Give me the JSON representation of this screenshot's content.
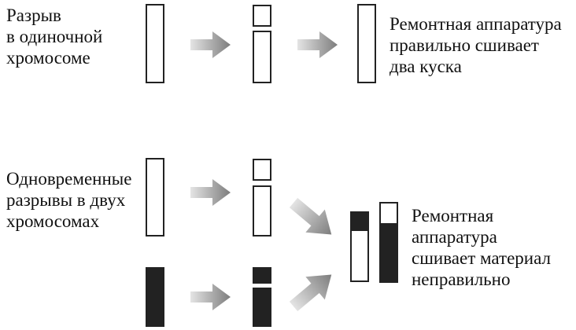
{
  "scenario_single": {
    "label": "Разрыв\nв одиночной\nхромосоме",
    "result": "Ремонтная аппаратура\nправильно сшивает\nдва куска"
  },
  "scenario_double": {
    "label": "Одновременные\nразрывы в двух\nхромосомах",
    "result": "Ремонтная\nаппаратура\nсшивает материал\nнеправильно"
  },
  "colors": {
    "chromosome_white": "#ffffff",
    "chromosome_black": "#222222",
    "outline": "#222222",
    "arrow_light": "#e4e4e4",
    "arrow_dark": "#7d7d7d"
  }
}
